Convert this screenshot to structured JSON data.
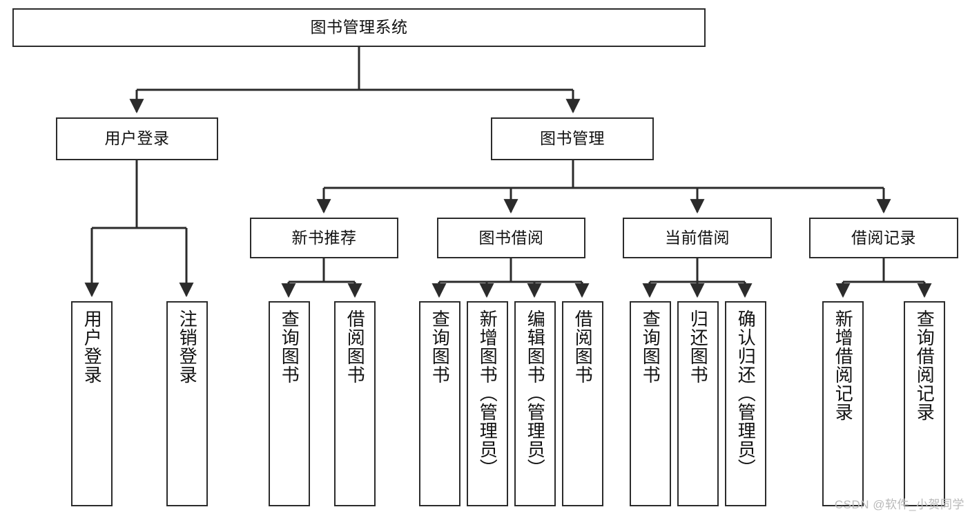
{
  "diagram": {
    "type": "tree-hierarchy",
    "title": "图书管理系统",
    "watermark": "CSDN @软件_小贺同学",
    "colors": {
      "node_border": "#2b2b2b",
      "node_fill": "#ffffff",
      "edge": "#2b2b2b",
      "text": "#111111",
      "watermark": "#b9b9b9",
      "background": "#ffffff"
    },
    "nodes": {
      "root": {
        "label": "图书管理系统"
      },
      "level1": [
        {
          "id": "user-login",
          "label": "用户登录"
        },
        {
          "id": "book-management",
          "label": "图书管理"
        }
      ],
      "level2": [
        {
          "id": "new-book-recommend",
          "label": "新书推荐"
        },
        {
          "id": "book-borrow",
          "label": "图书借阅"
        },
        {
          "id": "current-borrow",
          "label": "当前借阅"
        },
        {
          "id": "borrow-record",
          "label": "借阅记录"
        }
      ],
      "leaves": {
        "user_login": [
          {
            "id": "leaf-user-login",
            "label": "用户登录"
          },
          {
            "id": "leaf-user-logout",
            "label": "注销登录"
          }
        ],
        "new_book_recommend": [
          {
            "id": "leaf-query-book-1",
            "label": "查询图书"
          },
          {
            "id": "leaf-borrow-book-1",
            "label": "借阅图书"
          }
        ],
        "book_borrow": [
          {
            "id": "leaf-query-book-2",
            "label": "查询图书"
          },
          {
            "id": "leaf-add-book",
            "label": "新增图书（管理员）"
          },
          {
            "id": "leaf-edit-book",
            "label": "编辑图书（管理员）"
          },
          {
            "id": "leaf-borrow-book-2",
            "label": "借阅图书"
          }
        ],
        "current_borrow": [
          {
            "id": "leaf-query-book-3",
            "label": "查询图书"
          },
          {
            "id": "leaf-return-book",
            "label": "归还图书"
          },
          {
            "id": "leaf-confirm-return",
            "label": "确认归还（管理员）"
          }
        ],
        "borrow_record": [
          {
            "id": "leaf-add-record",
            "label": "新增借阅记录"
          },
          {
            "id": "leaf-query-record",
            "label": "查询借阅记录"
          }
        ]
      }
    }
  }
}
